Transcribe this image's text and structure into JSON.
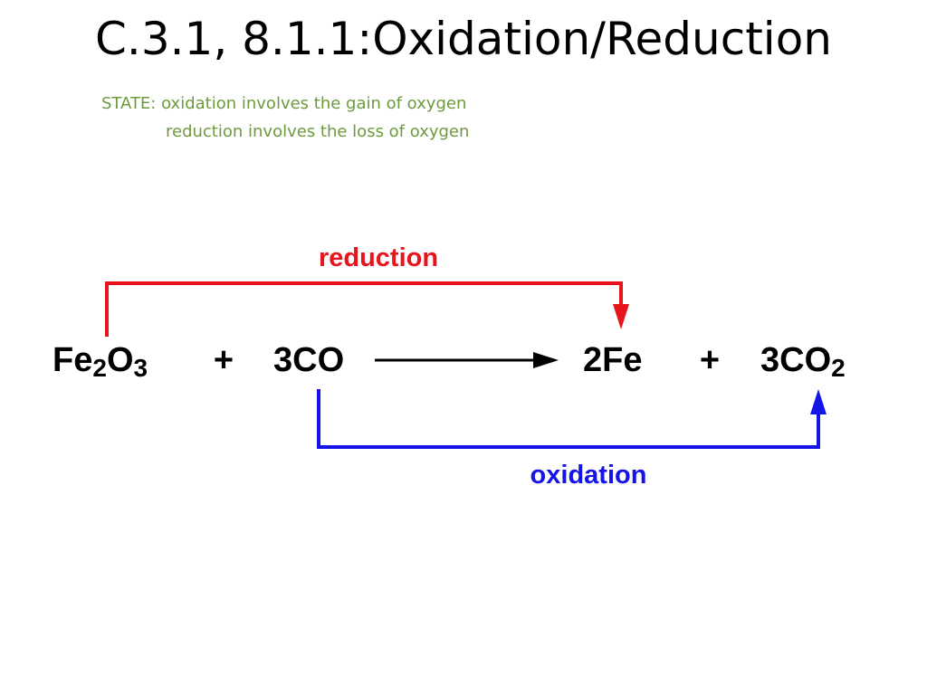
{
  "slide": {
    "title": "C.3.1, 8.1.1:Oxidation/Reduction",
    "state_line_1": "STATE: oxidation involves the gain of oxygen",
    "state_line_2": "reduction involves the loss of oxygen"
  },
  "equation": {
    "reactant_1": {
      "base": "Fe",
      "sub1": "2",
      "mid": "O",
      "sub2": "3"
    },
    "plus_1": "+",
    "reactant_2": "3CO",
    "product_1": "2Fe",
    "plus_2": "+",
    "product_2": {
      "base": "3CO",
      "sub": "2"
    }
  },
  "arrows": {
    "reduction_label": "reduction",
    "oxidation_label": "oxidation"
  },
  "colors": {
    "title": "#000000",
    "state_text": "#6e9a3e",
    "reduction": "#e8141c",
    "oxidation": "#1414e6",
    "equation": "#000000"
  }
}
